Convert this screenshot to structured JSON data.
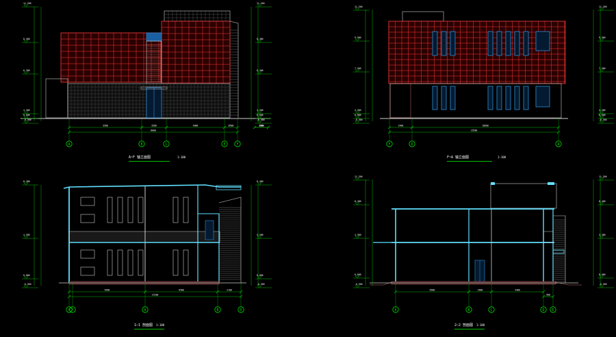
{
  "colors": {
    "background": "#000000",
    "dim": "#00c000",
    "tile": "#ff3b3b",
    "wall": "#d0d0d0",
    "window": "#2f8fd8",
    "structure": "#60e0ff",
    "ground": "#c87070",
    "grid_circle": "#00e000",
    "text": "#ffffff"
  },
  "drawings": [
    {
      "id": "elev-a-f",
      "title": "A~F 轴立面图",
      "scale": "1:100",
      "axes": [
        "A",
        "B",
        "C",
        "E",
        "F"
      ],
      "dims": [
        "3500",
        "3500",
        "4000",
        "8500",
        "900",
        "3300",
        "8000"
      ],
      "levels": [
        "11.200",
        "8.400",
        "6.300",
        "4.500",
        "0.000",
        "-0.300"
      ]
    },
    {
      "id": "elev-f-a",
      "title": "F~A 轴立面图",
      "scale": "1:100",
      "axes": [
        "F",
        "D",
        "A"
      ],
      "dims": [
        "2400",
        "10600",
        "15500"
      ],
      "levels": [
        "11.200",
        "9.900",
        "7.500",
        "4.500",
        "0.000",
        "-0.300"
      ]
    },
    {
      "id": "section-1",
      "title": "1—1 剖面图",
      "scale": "1:100",
      "axes": [
        "A",
        "A",
        "B",
        "D",
        "F"
      ],
      "dims": [
        "6500",
        "6500",
        "2100",
        "15100"
      ],
      "levels": [
        "8.400",
        "4.500",
        "0.000",
        "-0.300"
      ]
    },
    {
      "id": "section-2",
      "title": "2—2 剖面图",
      "scale": "1:100",
      "axes": [
        "A",
        "B",
        "C",
        "D",
        "E"
      ],
      "dims": [
        "6500",
        "2600",
        "3400",
        "900"
      ],
      "levels": [
        "11.200",
        "8.400",
        "4.500",
        "0.000",
        "-0.300"
      ]
    }
  ]
}
